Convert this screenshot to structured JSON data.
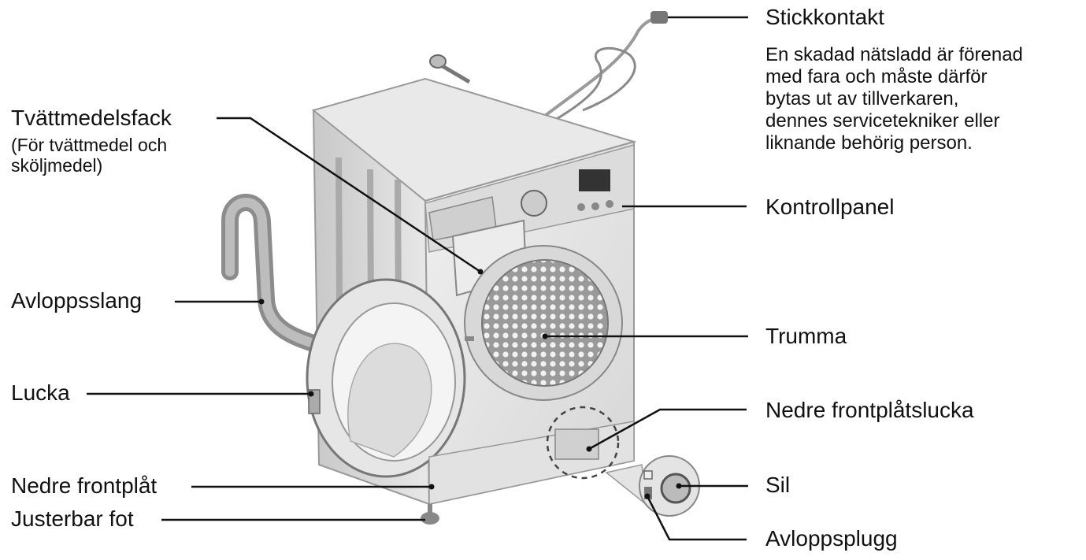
{
  "labels": {
    "stickkontakt": "Stickkontakt",
    "stickkontakt_note": [
      "En skadad nätsladd är förenad",
      "med fara och måste därför",
      "bytas ut av tillverkaren,",
      "dennes servicetekniker eller",
      "liknande behörig person."
    ],
    "tvattmedelsfack": "Tvättmedelsfack",
    "tvattmedelsfack_sub": [
      "(För tvättmedel och",
      "sköljmedel)"
    ],
    "kontrollpanel": "Kontrollpanel",
    "avloppsslang": "Avloppsslang",
    "trumma": "Trumma",
    "lucka": "Lucka",
    "nedre_frontplatslucka": "Nedre frontplåtslucka",
    "nedre_frontplat": "Nedre frontplåt",
    "sil": "Sil",
    "justerbar_fot": "Justerbar fot",
    "avloppsplugg": "Avloppsplugg"
  },
  "colors": {
    "line": "#111111",
    "machine_body": "#e4e4e4",
    "machine_shadow": "#bdbdbd",
    "background": "#ffffff"
  }
}
